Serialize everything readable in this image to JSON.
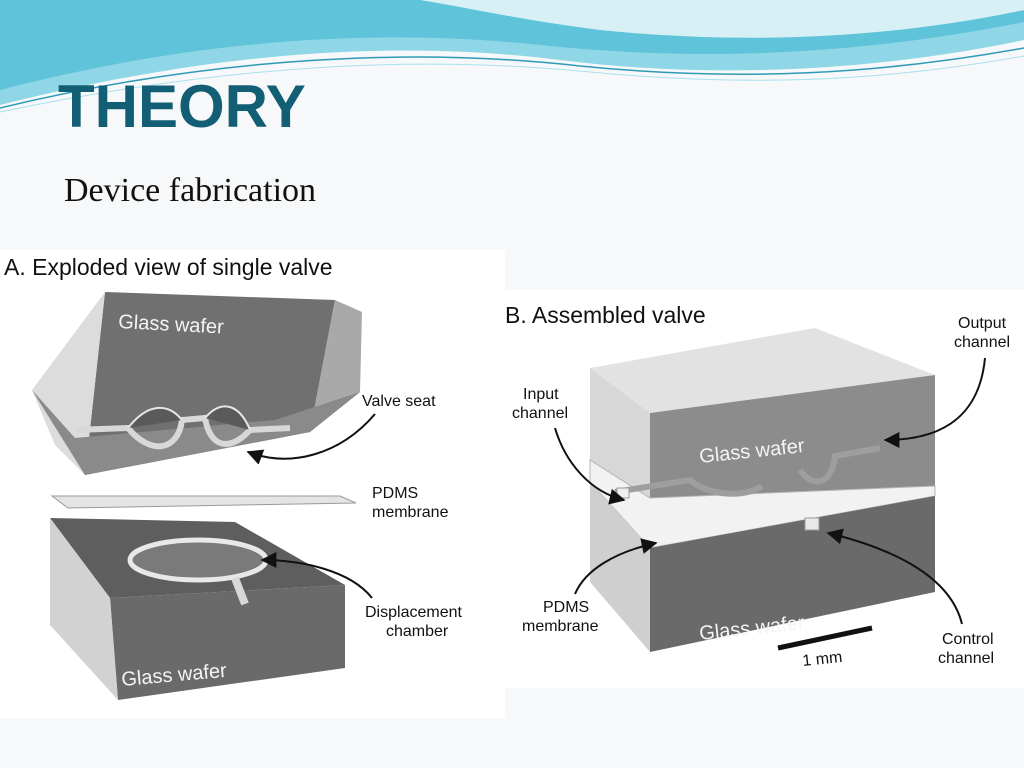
{
  "slide": {
    "title": "THEORY",
    "subtitle": "Device fabrication"
  },
  "panel_a": {
    "title": "A.  Exploded view of single valve",
    "top_wafer": "Glass wafer",
    "bottom_wafer": "Glass wafer",
    "valve_seat": "Valve seat",
    "membrane_line1": "PDMS",
    "membrane_line2": "membrane",
    "chamber_line1": "Displacement",
    "chamber_line2": "chamber"
  },
  "panel_b": {
    "title": "B.  Assembled valve",
    "top_wafer": "Glass wafer",
    "bottom_wafer": "Glass wafer",
    "output_line1": "Output",
    "output_line2": "channel",
    "input_line1": "Input",
    "input_line2": "channel",
    "membrane_line1": "PDMS",
    "membrane_line2": "membrane",
    "control_line1": "Control",
    "control_line2": "channel",
    "scale": "1 mm"
  },
  "colors": {
    "title": "#125e74",
    "wave": "#5fc3d9",
    "wafer_dark": "#6e6e6e",
    "wafer_light": "#d2d2d2"
  }
}
